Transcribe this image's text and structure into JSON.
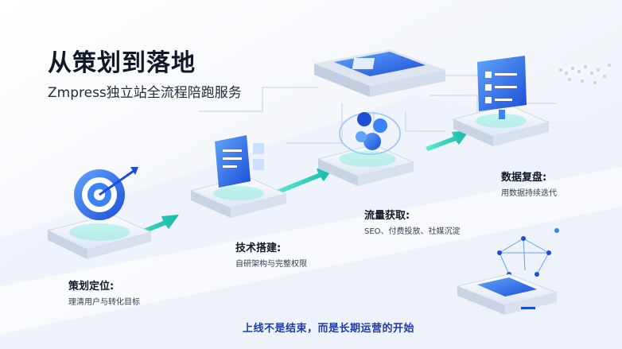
{
  "header": {
    "title": "从策划到落地",
    "subtitle": "Zmpress独立站全流程陪跑服务"
  },
  "steps": [
    {
      "title": "策划定位:",
      "desc": "理清用户与转化目标"
    },
    {
      "title": "技术搭建:",
      "desc": "自研架构与完整权限"
    },
    {
      "title": "流量获取:",
      "desc": "SEO、付费投放、社媒沉淀"
    },
    {
      "title": "数据复盘:",
      "desc": "用数据持续迭代"
    }
  ],
  "footer": {
    "tagline": "上线不是结束，而是长期运营的开始"
  },
  "colors": {
    "accent": "#2563eb",
    "teal": "#2dd4bf",
    "text": "#111827",
    "footer": "#1e3aa8"
  }
}
